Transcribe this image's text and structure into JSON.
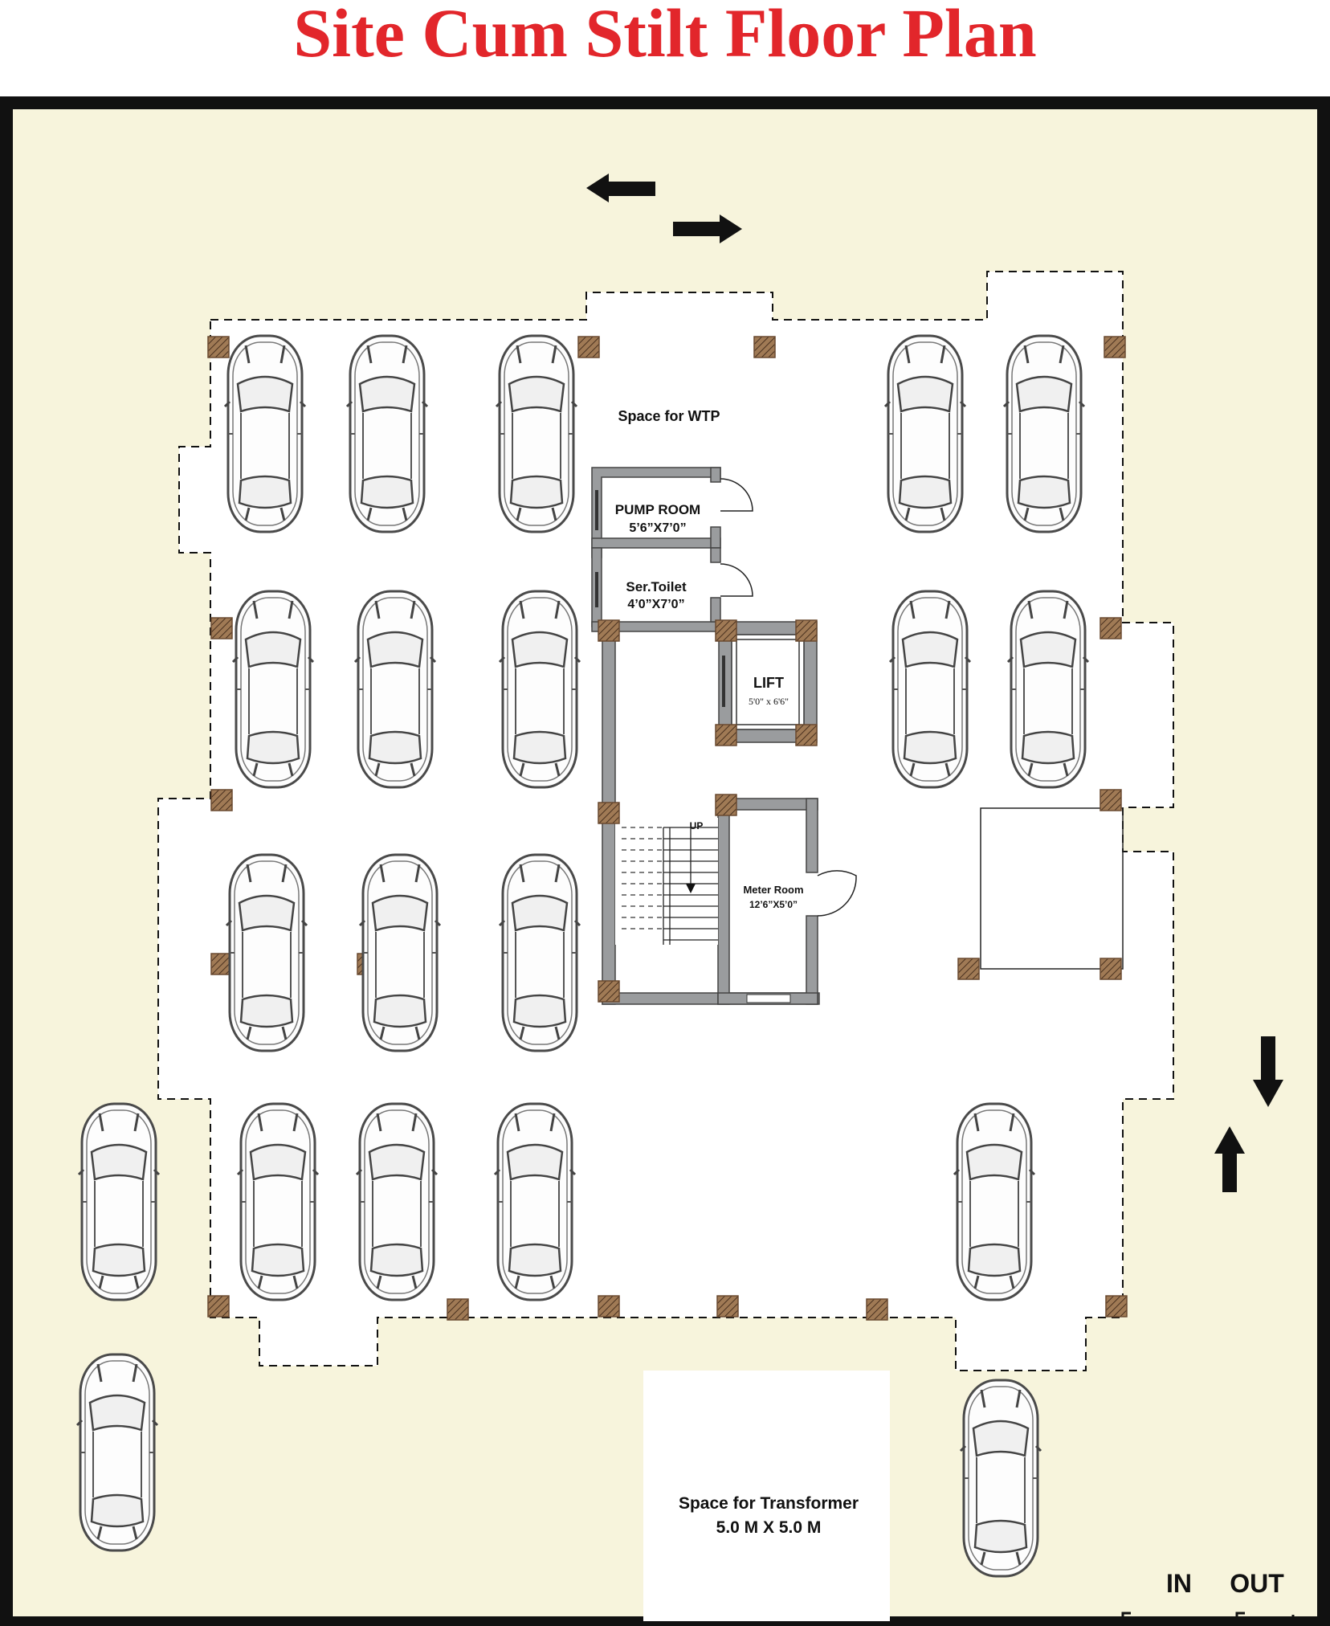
{
  "title": "Site Cum Stilt Floor Plan",
  "colors": {
    "title": "#e2262b",
    "site_background": "#f7f4dc",
    "building": "#ffffff",
    "frame": "#111111",
    "column_hatch": "#8b6a4a"
  },
  "rooms": {
    "wtp": "Space for WTP",
    "pump_room": {
      "name": "PUMP ROOM",
      "size": "5’6”X7’0”"
    },
    "ser_toilet": {
      "name": "Ser.Toilet",
      "size": "4’0”X7’0”"
    },
    "lift": {
      "name": "LIFT",
      "size": "5'0\" x 6'6\""
    },
    "stair_label": "UP",
    "meter_room": {
      "name": "Meter Room",
      "size": "12’6”X5’0”"
    },
    "transformer": {
      "name": "Space for Transformer",
      "size": "5.0 M X 5.0 M"
    }
  },
  "gates": {
    "in": "IN",
    "out": "OUT"
  },
  "icons": {
    "car": "car-topview-icon",
    "arrow": "traffic-arrow-icon",
    "column": "structural-column"
  }
}
